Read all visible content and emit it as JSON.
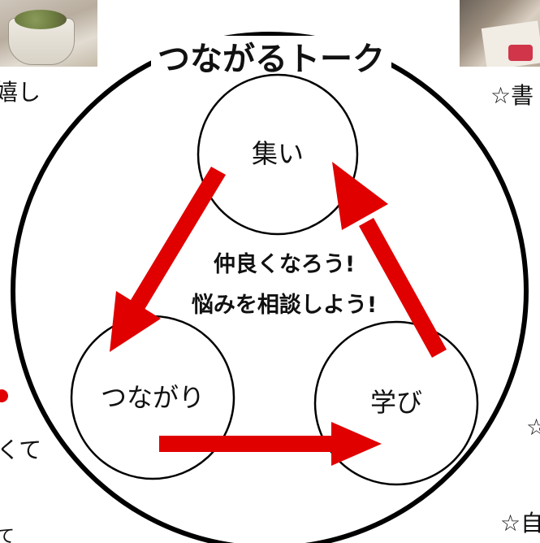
{
  "title": "つながるトーク",
  "nodes": {
    "top": "集い",
    "left": "つながり",
    "right": "学び"
  },
  "center": {
    "line1": "仲良くなろう!",
    "line2": "悩みを相談しよう!"
  },
  "side_fragments": {
    "left_top": "嬉し",
    "right_top": "☆書",
    "left_bottom": "くて",
    "right_mid": "☆",
    "right_bottom": "☆自",
    "left_bottom_edge": "て"
  },
  "colors": {
    "arrow": "#e00000",
    "outline": "#000000",
    "text": "#111111"
  }
}
